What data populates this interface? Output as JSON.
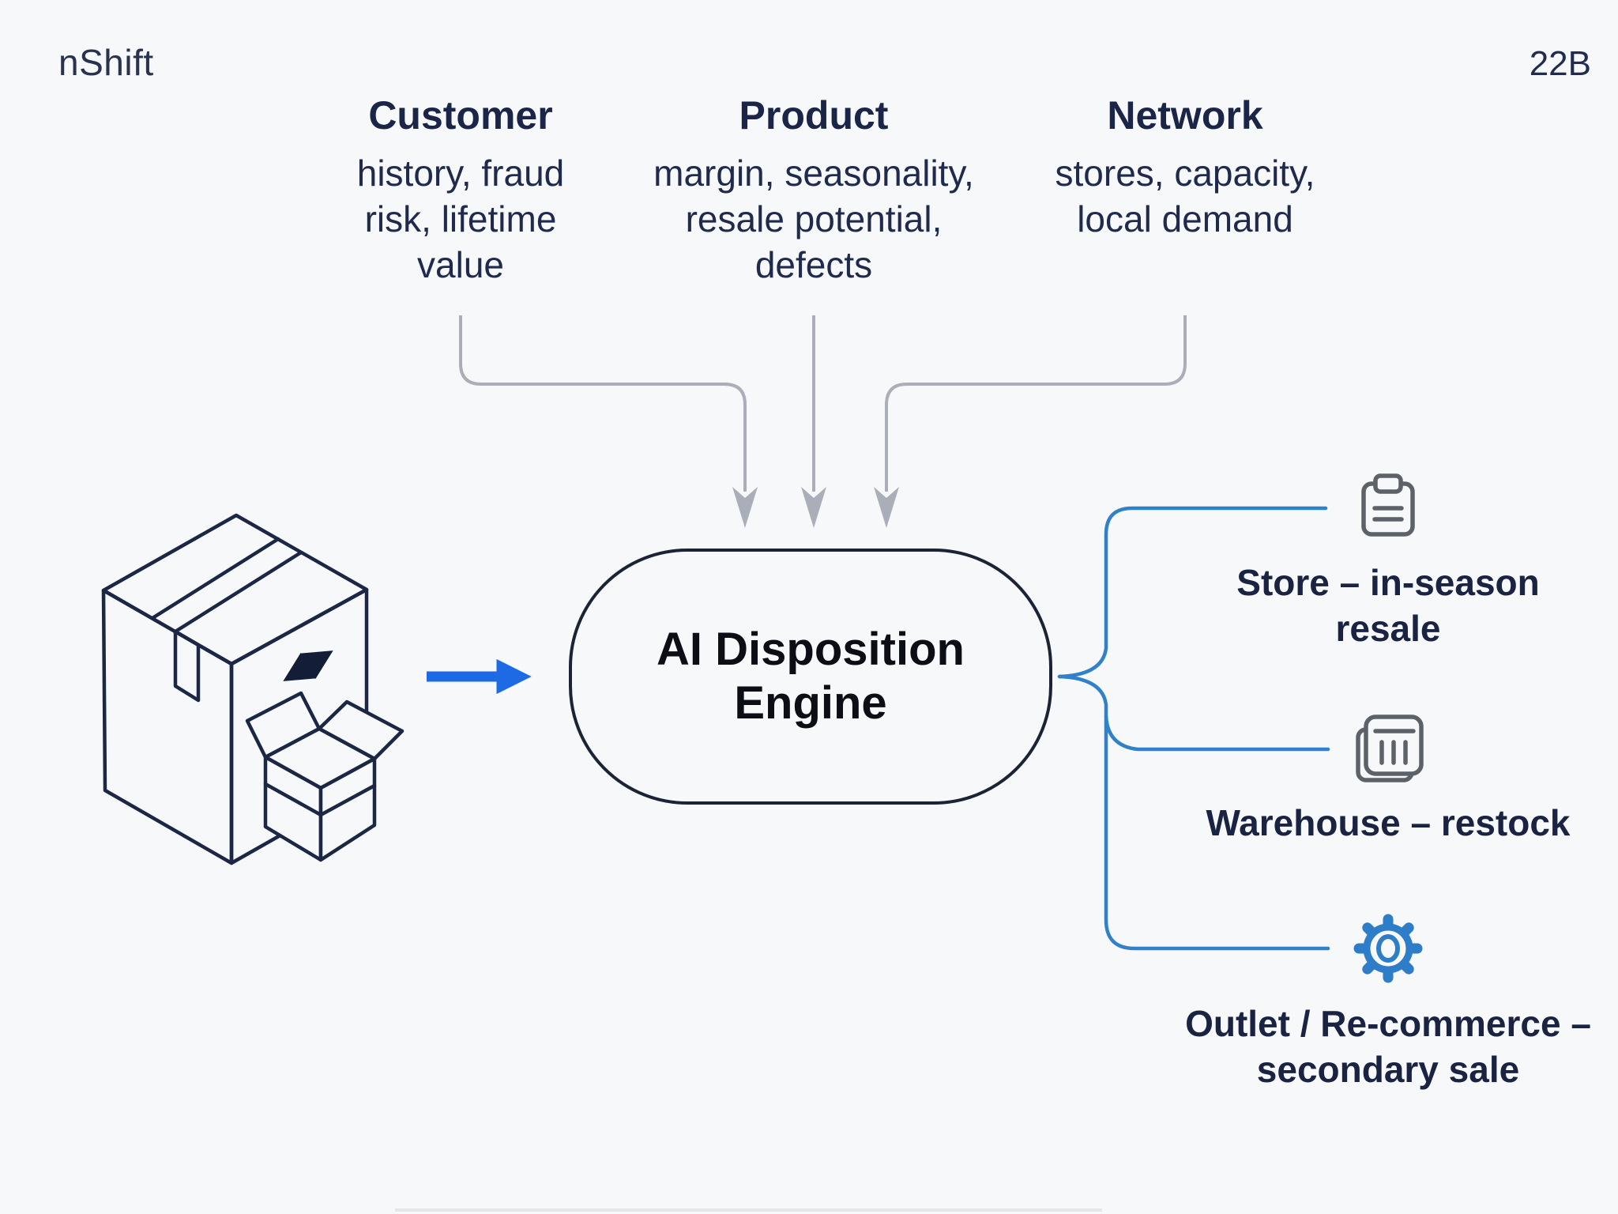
{
  "brand": "nShift",
  "slide_code": "22B",
  "inputs": [
    {
      "title": "Customer",
      "detail": "history, fraud risk, lifetime value"
    },
    {
      "title": "Product",
      "detail": "margin, seasonality, resale potential, defects"
    },
    {
      "title": "Network",
      "detail": "stores, capacity, local demand"
    }
  ],
  "engine": {
    "line1": "AI Disposition",
    "line2": "Engine"
  },
  "outputs": [
    {
      "icon": "clipboard-icon",
      "label": "Store – in-season resale"
    },
    {
      "icon": "warehouse-icon",
      "label": "Warehouse – restock"
    },
    {
      "icon": "gear-icon",
      "label": "Outlet / Re-commerce – secondary sale"
    }
  ],
  "colors": {
    "background": "#f7f8fa",
    "navy_text": "#1b2547",
    "engine_border": "#1b2436",
    "gray_connector": "#a9aeb8",
    "blue_connector": "#3181c9",
    "arrow_blue": "#1e6ae4",
    "icon_gray": "#5d6269",
    "gear_blue": "#2e7dc8"
  }
}
